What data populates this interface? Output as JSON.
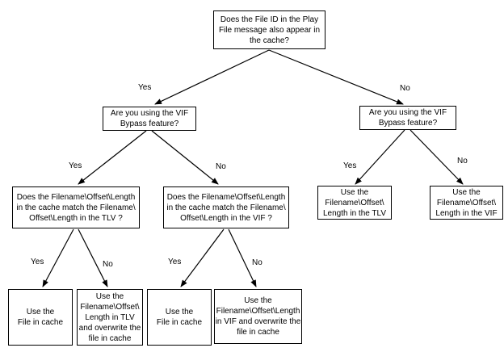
{
  "diagram": {
    "type": "decision-tree-flowchart",
    "colors": {
      "background": "#ffffff",
      "box_border": "#000000",
      "line": "#000000",
      "text": "#000000"
    },
    "nodes": [
      {
        "id": "root",
        "text": "Does the File ID in the Play\nFile message also appear in\nthe cache?"
      },
      {
        "id": "vif-bypass-left",
        "text": "Are you using the VIF\nBypass feature?"
      },
      {
        "id": "vif-bypass-right",
        "text": "Are you using the VIF\nBypass feature?"
      },
      {
        "id": "match-tlv",
        "text": "Does the Filename\\Offset\\Length\nin the cache match the Filename\\\nOffset\\Length in the TLV ?"
      },
      {
        "id": "match-vif",
        "text": "Does the Filename\\Offset\\Length\nin the cache match the Filename\\\nOffset\\Length in the VIF ?"
      },
      {
        "id": "use-tlv",
        "text": "Use the\nFilename\\Offset\\\nLength in the TLV"
      },
      {
        "id": "use-vif",
        "text": "Use the\nFilename\\Offset\\\nLength in the VIF"
      },
      {
        "id": "use-cache-left",
        "text": "Use the\nFile in cache"
      },
      {
        "id": "overwrite-tlv",
        "text": "Use the\nFilename\\Offset\\\nLength in TLV\nand overwrite the\nfile in cache"
      },
      {
        "id": "use-cache-right",
        "text": "Use the\nFile in cache"
      },
      {
        "id": "overwrite-vif",
        "text": "Use the\nFilename\\Offset\\Length\nin VIF and overwrite the\nfile in cache"
      }
    ],
    "edges": [
      {
        "from": "root",
        "to": "vif-bypass-left",
        "label": "Yes"
      },
      {
        "from": "root",
        "to": "vif-bypass-right",
        "label": "No"
      },
      {
        "from": "vif-bypass-left",
        "to": "match-tlv",
        "label": "Yes"
      },
      {
        "from": "vif-bypass-left",
        "to": "match-vif",
        "label": "No"
      },
      {
        "from": "vif-bypass-right",
        "to": "use-tlv",
        "label": "Yes"
      },
      {
        "from": "vif-bypass-right",
        "to": "use-vif",
        "label": "No"
      },
      {
        "from": "match-tlv",
        "to": "use-cache-left",
        "label": "Yes"
      },
      {
        "from": "match-tlv",
        "to": "overwrite-tlv",
        "label": "No"
      },
      {
        "from": "match-vif",
        "to": "use-cache-right",
        "label": "Yes"
      },
      {
        "from": "match-vif",
        "to": "overwrite-vif",
        "label": "No"
      }
    ]
  }
}
